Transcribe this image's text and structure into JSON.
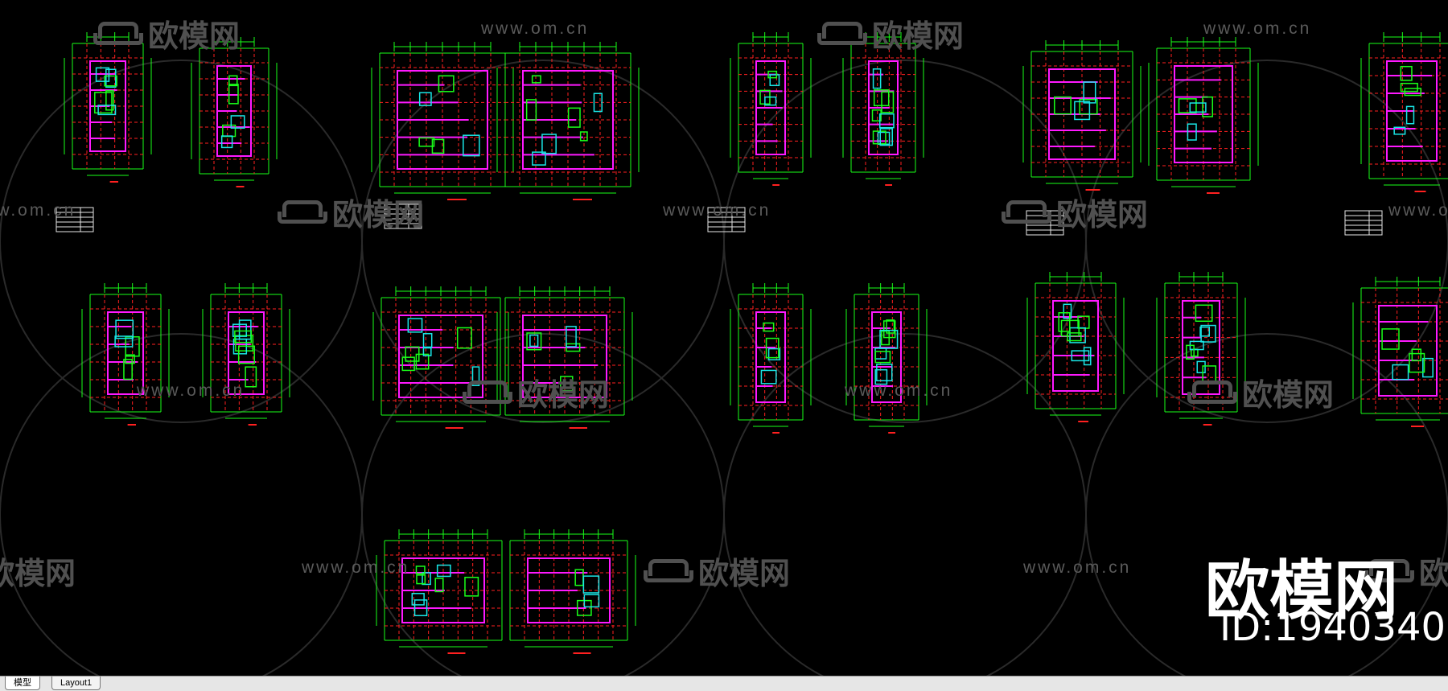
{
  "watermark": {
    "url": "www.om.cn",
    "logo": "欧模网"
  },
  "brand": {
    "name": "欧模网",
    "id": "ID:1940340"
  },
  "tabs": [
    {
      "label": "模型",
      "active": true
    },
    {
      "label": "Layout1",
      "active": false
    }
  ],
  "colors": {
    "background": "#000000",
    "dim_green": "#19ff19",
    "wall_magenta": "#ff19ff",
    "furniture_cyan": "#19e6e6",
    "axis_red": "#ff2020",
    "yellow": "#ffff00"
  }
}
